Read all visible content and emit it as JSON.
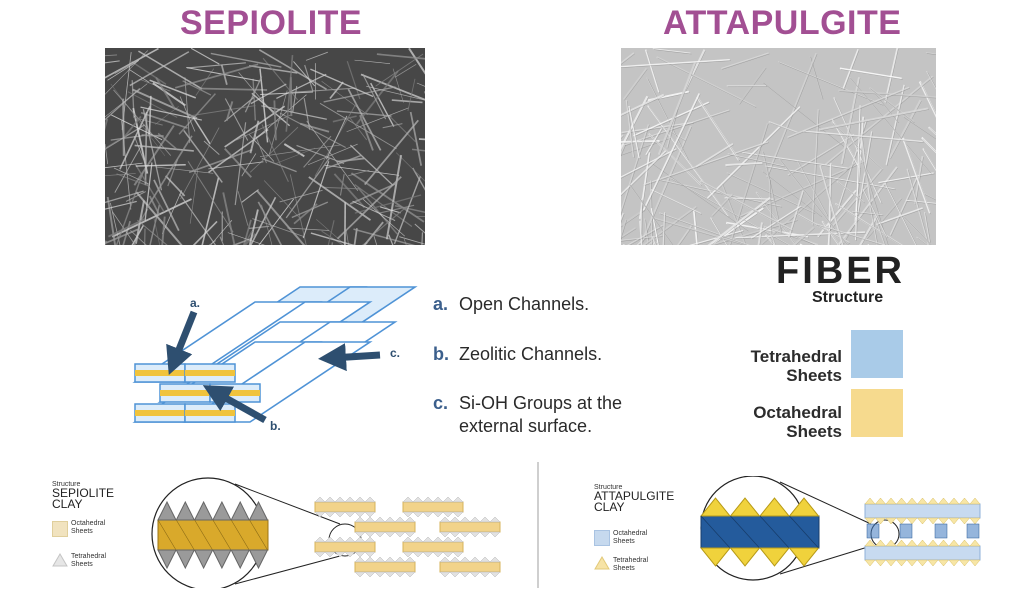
{
  "titles": {
    "sepiolite": "SEPIOLITE",
    "attapulgite": "ATTAPULGITE"
  },
  "fiber": {
    "word": "FIBER",
    "sub": "Structure"
  },
  "diagram_labels": {
    "a": "a.",
    "b": "b.",
    "c": "c."
  },
  "channel_legend": [
    {
      "letter": "a.",
      "line1": "Open Channels.",
      "line2": ""
    },
    {
      "letter": "b.",
      "line1": "Zeolitic Channels.",
      "line2": ""
    },
    {
      "letter": "c.",
      "line1": "Si-OH Groups at the",
      "line2": "external surface."
    }
  ],
  "sheet_legend": {
    "tetrahedral_l1": "Tetrahedral",
    "tetrahedral_l2": "Sheets",
    "octahedral_l1": "Octahedral",
    "octahedral_l2": "Sheets"
  },
  "sepiolite_panel": {
    "structure": "Structure",
    "name_l1": "SEPIOLITE",
    "name_l2": "CLAY",
    "oct_l1": "Octahedral",
    "oct_l2": "Sheets",
    "tet_l1": "Tetrahedral",
    "tet_l2": "Sheets"
  },
  "attapulgite_panel": {
    "structure": "Structure",
    "name_l1": "ATTAPULGITE",
    "name_l2": "CLAY",
    "oct_l1": "Octahedral",
    "oct_l2": "Sheets",
    "tet_l1": "Tetrahedral",
    "tet_l2": "Sheets"
  },
  "colors": {
    "title": "#a24f93",
    "tetrahedral": "#a9cbe8",
    "octahedral": "#f6da8e",
    "fiber_blue": "#4f93d6",
    "fiber_yellow": "#f0c33c",
    "arrow": "#2e4f70"
  }
}
